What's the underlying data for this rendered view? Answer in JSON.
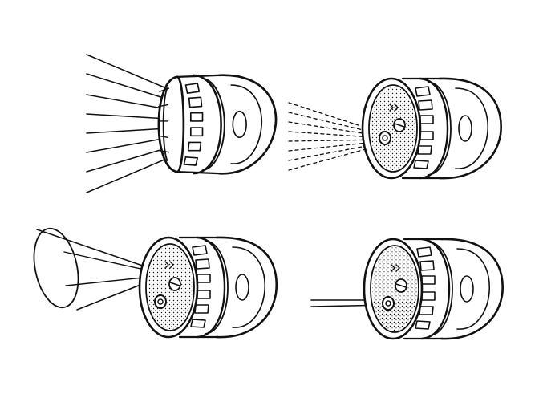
{
  "figure": {
    "description_free": true,
    "colors": {
      "ink": "#111111",
      "background": "#ffffff"
    },
    "panels": [
      {
        "id": "shower",
        "pattern": "shower-rays",
        "position": "top-left"
      },
      {
        "id": "mist",
        "pattern": "mist-dashes",
        "position": "top-right"
      },
      {
        "id": "cone",
        "pattern": "cone-spray",
        "position": "bottom-left"
      },
      {
        "id": "jet",
        "pattern": "straight-jet",
        "position": "bottom-right"
      }
    ]
  }
}
